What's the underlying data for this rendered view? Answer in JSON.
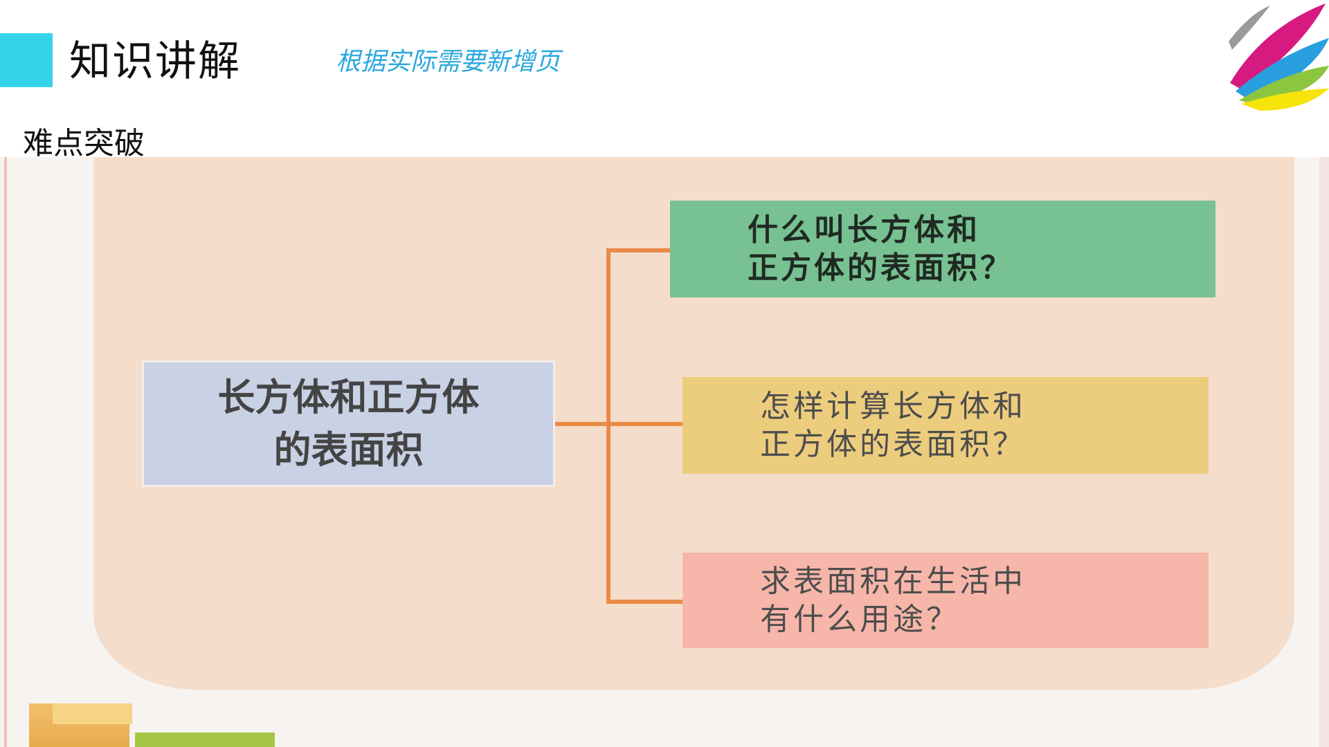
{
  "header": {
    "title": "知识讲解",
    "hint": "根据实际需要新增页",
    "accent_color": "#35d3ea",
    "hint_color": "#2aa8de"
  },
  "section": {
    "title": "难点突破"
  },
  "diagram": {
    "main_topic": "长方体和正方体\n的表面积",
    "questions": [
      {
        "text": "什么叫长方体和\n正方体的表面积？",
        "color": "#78c192"
      },
      {
        "text": "怎样计算长方体和\n正方体的表面积？",
        "color": "#eccd7d"
      },
      {
        "text": "求表面积在生活中\n有什么用途？",
        "color": "#f7b6aa"
      }
    ],
    "connector_color": "#e98a45",
    "background_color": "#f5ddcb"
  },
  "icons": {
    "logo": "colorful-feather-logo"
  }
}
